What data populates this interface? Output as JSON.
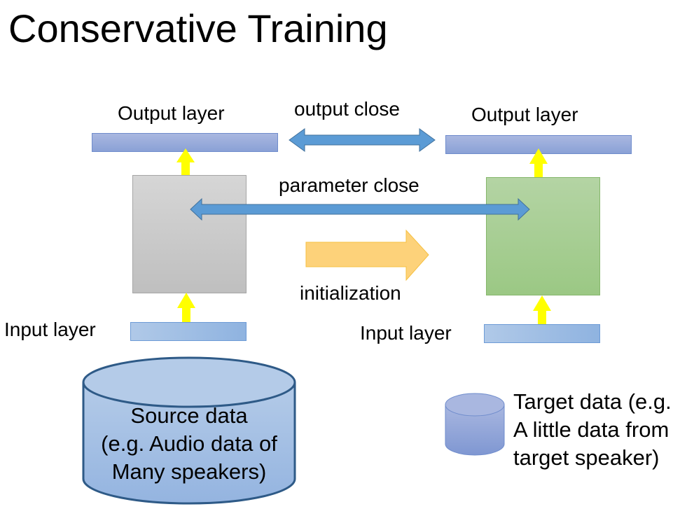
{
  "slide": {
    "title": "Conservative Training"
  },
  "source_model": {
    "output_label": "Output layer",
    "input_label": "Input layer",
    "hidden_color": "#c8c8c8"
  },
  "target_model": {
    "output_label": "Output layer",
    "input_label": "Input layer",
    "hidden_color": "#a8cf95"
  },
  "connections": {
    "output_close_label": "output close",
    "parameter_close_label": "parameter close",
    "initialization_label": "initialization",
    "arrow_color": "#5b9bd5",
    "init_arrow_color": "#fdd27a",
    "flow_arrow_color": "#ffff00"
  },
  "data_sources": {
    "source": {
      "lines": [
        "Source data",
        "(e.g. Audio data of",
        "Many speakers)"
      ]
    },
    "target": {
      "lines": [
        "Target data (e.g.",
        "A little data from",
        "target speaker)"
      ]
    }
  }
}
